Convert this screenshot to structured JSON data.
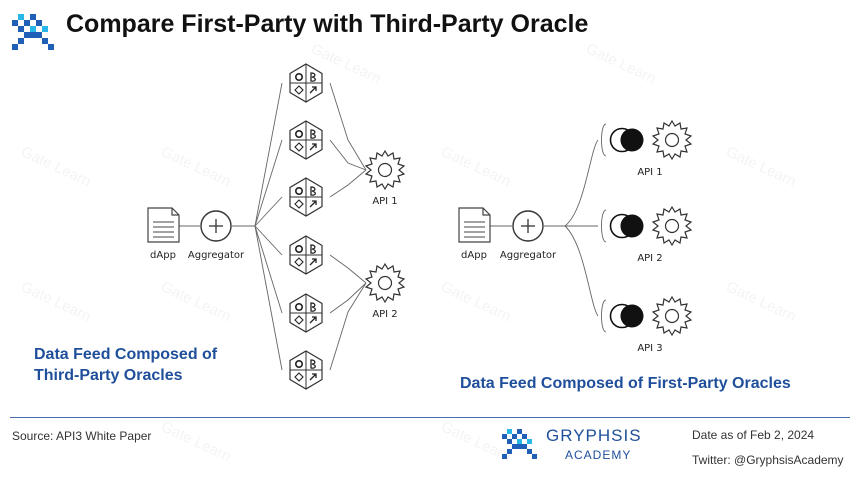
{
  "title": "Compare First-Party with Third-Party Oracle",
  "watermark": "Gate Learn",
  "left_diagram": {
    "caption_line1": "Data Feed Composed of",
    "caption_line2": "Third-Party Oracles",
    "dapp_label": "dApp",
    "aggregator_label": "Aggregator",
    "api_labels": [
      "API 1",
      "API 2"
    ]
  },
  "right_diagram": {
    "caption": "Data Feed Composed of First-Party Oracles",
    "dapp_label": "dApp",
    "aggregator_label": "Aggregator",
    "api_labels": [
      "API 1",
      "API 2",
      "API 3"
    ]
  },
  "footer": {
    "source": "Source: API3 White Paper",
    "brand_name": "GRYPHSIS",
    "brand_sub": "ACADEMY",
    "date": "Date as of Feb 2, 2024",
    "twitter": "Twitter: @GryphsisAcademy"
  },
  "colors": {
    "accent": "#1f4f9b",
    "ink": "#333333"
  }
}
